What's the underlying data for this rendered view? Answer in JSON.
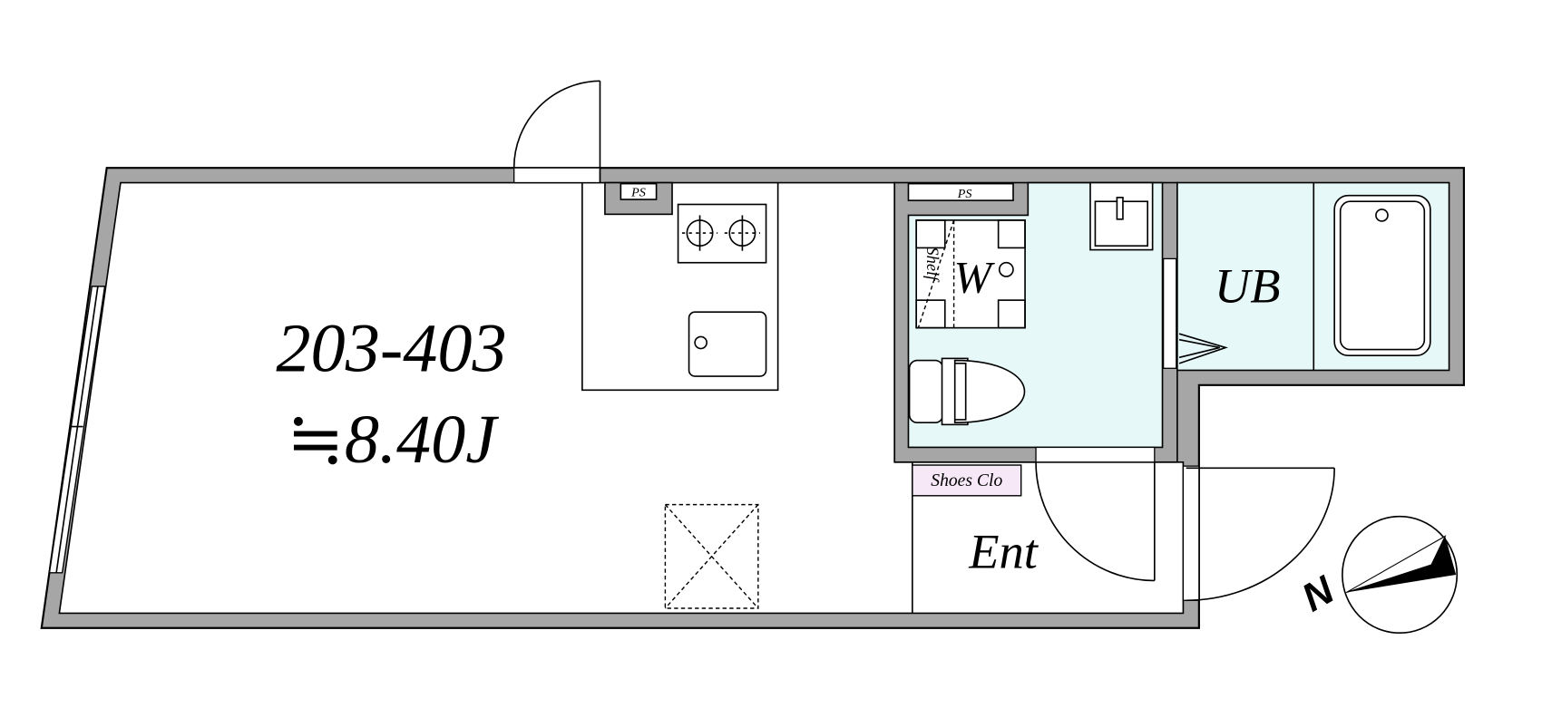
{
  "unit": {
    "number": "203-403",
    "area": "≒8.40J"
  },
  "labels": {
    "ps_kitchen": "PS",
    "ps_toilet": "PS",
    "washer": "W",
    "shelf": "Shelf",
    "unit_bath": "UB",
    "shoes_closet": "Shoes Clo",
    "entrance": "Ent",
    "north": "N"
  },
  "colors": {
    "wall": "#a6a6a6",
    "wet_area": "#e6f8f8",
    "closet": "#f6e8f6"
  }
}
